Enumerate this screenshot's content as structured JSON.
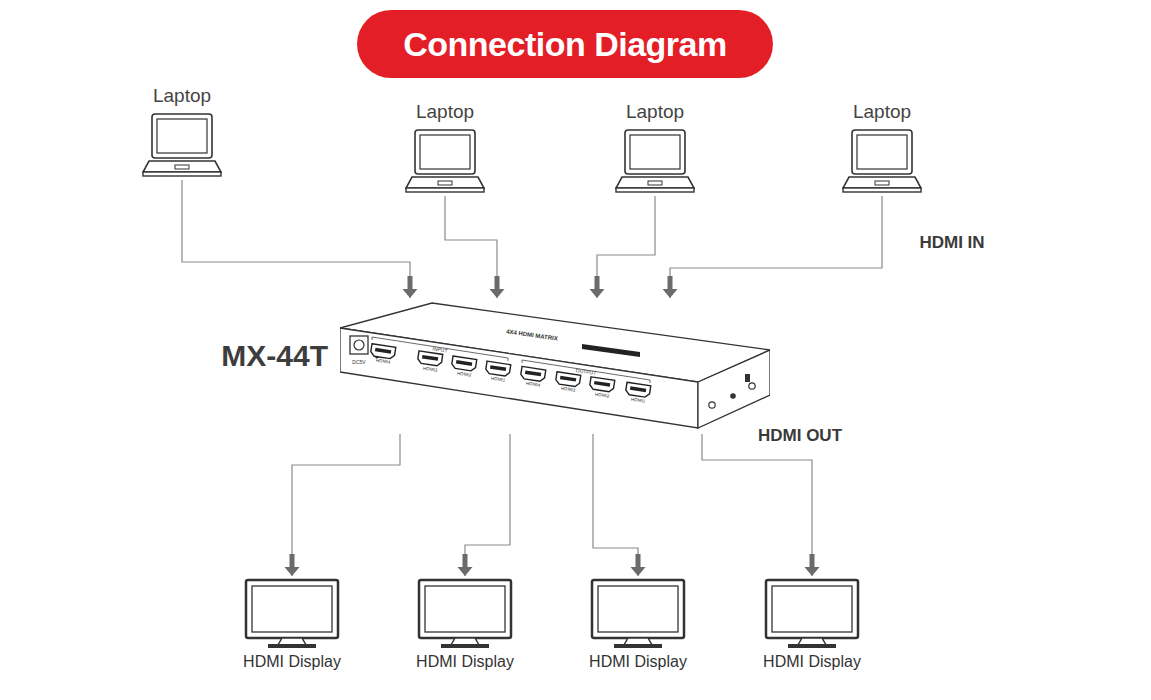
{
  "diagram": {
    "title": "Connection Diagram",
    "nodes": [
      {
        "text": [
          "Laptop"
        ]
      },
      {
        "text": [
          "Laptop"
        ]
      },
      {
        "text": [
          "Laptop"
        ]
      },
      {
        "text": [
          "Laptop"
        ]
      },
      {
        "text": [
          "MX-44T"
        ]
      },
      {
        "text": [
          "HDMI Display"
        ]
      },
      {
        "text": [
          "HDMI Display"
        ]
      },
      {
        "text": [
          "HDMI Display"
        ]
      },
      {
        "text": [
          "HDMI Display"
        ]
      }
    ],
    "edges": [
      {
        "from": 0,
        "to": 4,
        "arrow": "to"
      },
      {
        "from": 1,
        "to": 4,
        "arrow": "to"
      },
      {
        "from": 2,
        "to": 4,
        "arrow": "to"
      },
      {
        "from": 3,
        "to": 4,
        "arrow": "to"
      },
      {
        "from": 4,
        "to": 5,
        "arrow": "to"
      },
      {
        "from": 4,
        "to": 6,
        "arrow": "to"
      },
      {
        "from": 4,
        "to": 7,
        "arrow": "to"
      },
      {
        "from": 4,
        "to": 8,
        "arrow": "to"
      }
    ],
    "labels": [
      "HDMI IN",
      "HDMI OUT",
      "4X4 HDMI MATRIX",
      "DC5V",
      "INPUT",
      "OUTPUT",
      "HDMI4",
      "HDMI3",
      "HDMI2",
      "HDMI1",
      "HDMI4",
      "HDMI3",
      "HDMI2",
      "HDMI1"
    ]
  }
}
